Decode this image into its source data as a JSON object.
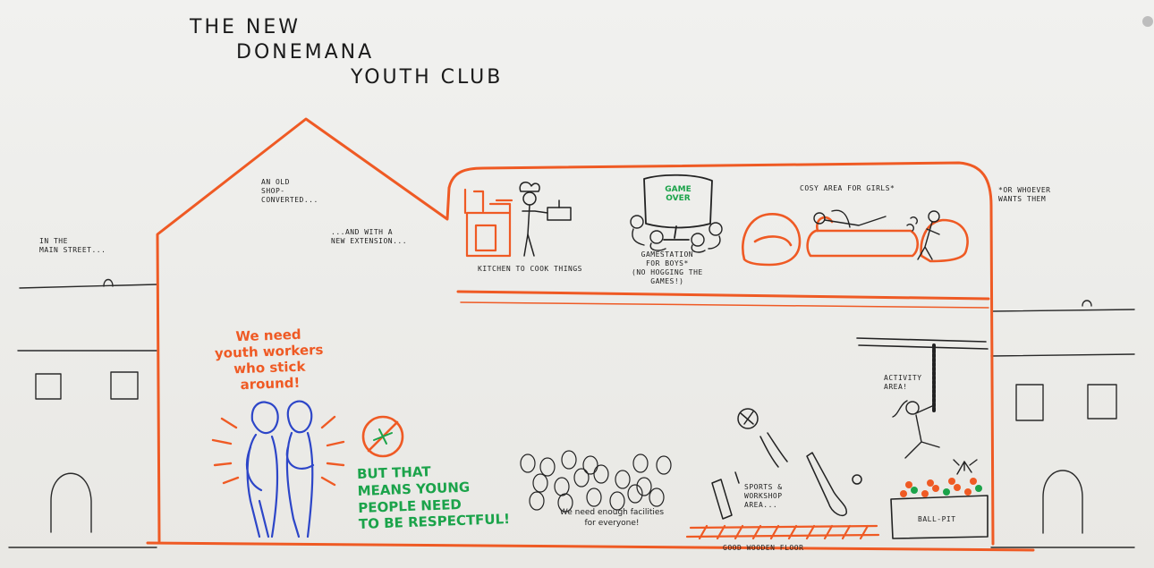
{
  "poster": {
    "title_lines": [
      "THE NEW",
      "DONEMANA",
      "YOUTH CLUB"
    ],
    "labels": {
      "main_street": "IN THE\nMAIN STREET...",
      "old_shop": "AN OLD\nSHOP-\nCONVERTED...",
      "new_extension": "...AND WITH A\nNEW EXTENSION...",
      "kitchen": "KITCHEN TO COOK THINGS",
      "gamestation": "GAMESTATION\nFOR BOYS*\n(NO HOGGING THE\nGAMES!)",
      "game_over": "GAME\nOVER",
      "cosy_area": "COSY AREA FOR GIRLS*",
      "whoever": "*OR WHOEVER\nWANTS THEM",
      "activity_area": "ACTIVITY\nAREA!",
      "sports_area": "SPORTS &\nWORKSHOP\nAREA...",
      "ball_pit": "BALL-PIT",
      "wooden_floor": "GOOD WOODEN FLOOR",
      "youth_workers": "We need\nyouth workers\nwho stick\naround!",
      "respectful": "BUT THAT\nMEANS YOUNG\nPEOPLE NEED\nTO BE RESPECTFUL!",
      "facilities": "We need enough facilities\nfor everyone!"
    },
    "colors": {
      "marker_orange": "#ef5a24",
      "marker_blue": "#2d46c8",
      "marker_green": "#1ba34a",
      "ink_black": "#222222"
    }
  }
}
